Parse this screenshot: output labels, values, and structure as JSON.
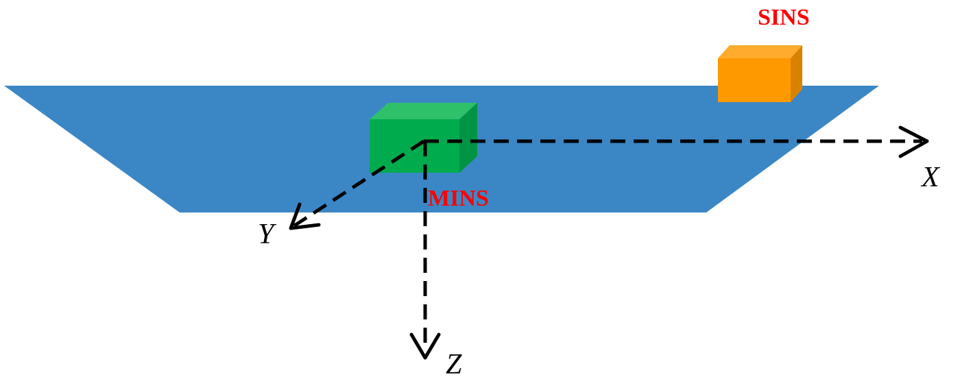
{
  "labels": {
    "sins": "SINS",
    "mins": "MINS",
    "axis_x": "X",
    "axis_y": "Y",
    "axis_z": "Z"
  },
  "colors": {
    "deck": "#3b87c6",
    "mins_box": "#00ab4e",
    "sins_box": "#ff9900",
    "label_red": "#ff0000",
    "axes": "#000000"
  }
}
